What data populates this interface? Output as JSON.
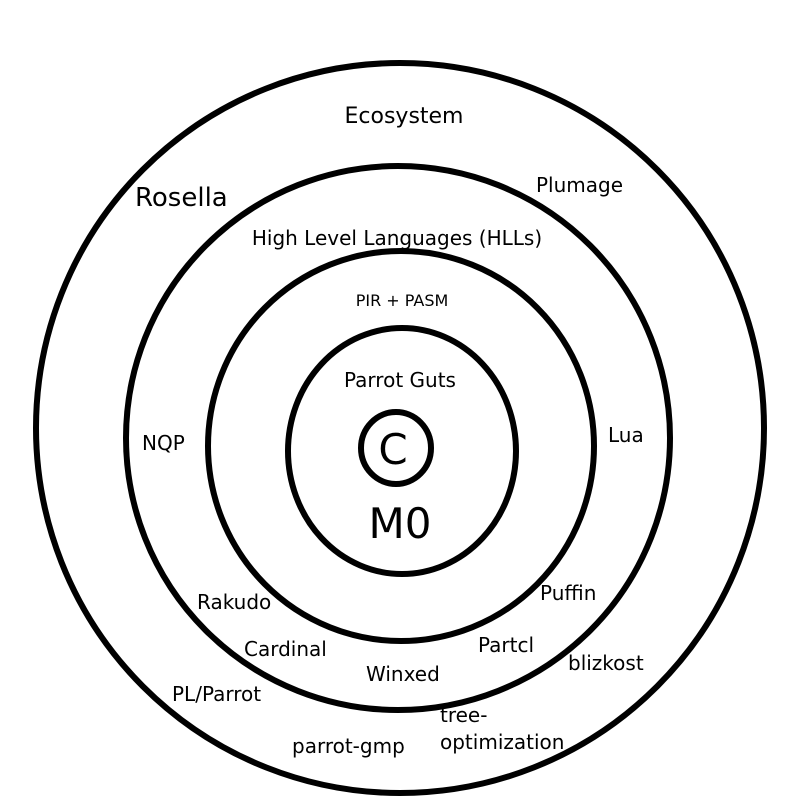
{
  "diagram": {
    "core": {
      "c": "C",
      "m0": "M0"
    },
    "rings": {
      "guts": {
        "title": "Parrot Guts"
      },
      "pir": {
        "title": "PIR + PASM"
      },
      "hll": {
        "title": "High Level Languages (HLLs)",
        "members": {
          "nqp": "NQP",
          "lua": "Lua",
          "rakudo": "Rakudo",
          "puffin": "Puffin",
          "cardinal": "Cardinal",
          "partcl": "Partcl",
          "winxed": "Winxed"
        }
      },
      "ecosystem": {
        "title": "Ecosystem",
        "members": {
          "rosella": "Rosella",
          "plumage": "Plumage",
          "blizkost": "blizkost",
          "pl_parrot": "PL/Parrot",
          "tree_opt_line1": "tree-",
          "tree_opt_line2": "optimization",
          "parrot_gmp": "parrot-gmp"
        }
      }
    }
  }
}
